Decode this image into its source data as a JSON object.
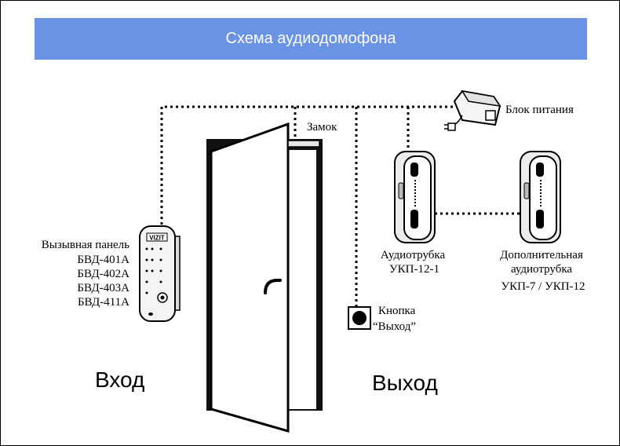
{
  "title": "Схема аудиодомофона",
  "colors": {
    "banner": "#6a93e6",
    "ink": "#000000",
    "device": "#f4f4f4"
  },
  "labels": {
    "lock": "Замок",
    "power": "Блок питания",
    "panel": [
      "Вызывная панель",
      "БВД-401А",
      "БВД-402А",
      "БВД-403А",
      "БВД-411А"
    ],
    "handset": [
      "Аудиотрубка",
      "УКП-12-1"
    ],
    "extra_handset": [
      "Дополнительная",
      "аудиотрубка",
      "УКП-7 / УКП-12"
    ],
    "button": [
      "Кнопка",
      "“Выход”"
    ],
    "entrance": "Вход",
    "exit": "Выход"
  },
  "panel_logo": "VIZIT"
}
